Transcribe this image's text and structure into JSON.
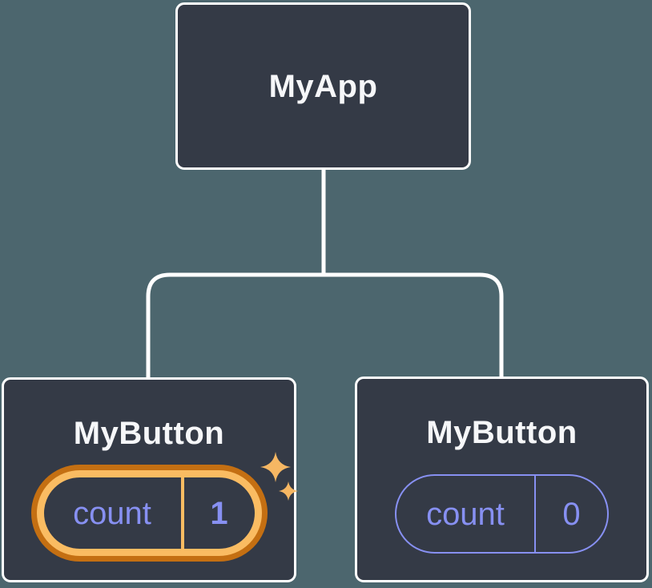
{
  "colors": {
    "background": "#4C666E",
    "card": "#343A46",
    "card-border": "#FFFFFF",
    "title-text": "#F6F7F9",
    "state-purple": "#8790F2",
    "orange-dark": "#C46F12",
    "orange-light": "#FABC62",
    "sparkle": "#F6B763",
    "connector": "#FFFFFF"
  },
  "diagram": {
    "type": "component-tree",
    "root": {
      "label": "MyApp"
    },
    "children": [
      {
        "label": "MyButton",
        "state": {
          "label": "count",
          "value": "1",
          "highlighted": true,
          "highlight_icon": "sparkle-icon"
        }
      },
      {
        "label": "MyButton",
        "state": {
          "label": "count",
          "value": "0",
          "highlighted": false
        }
      }
    ]
  }
}
